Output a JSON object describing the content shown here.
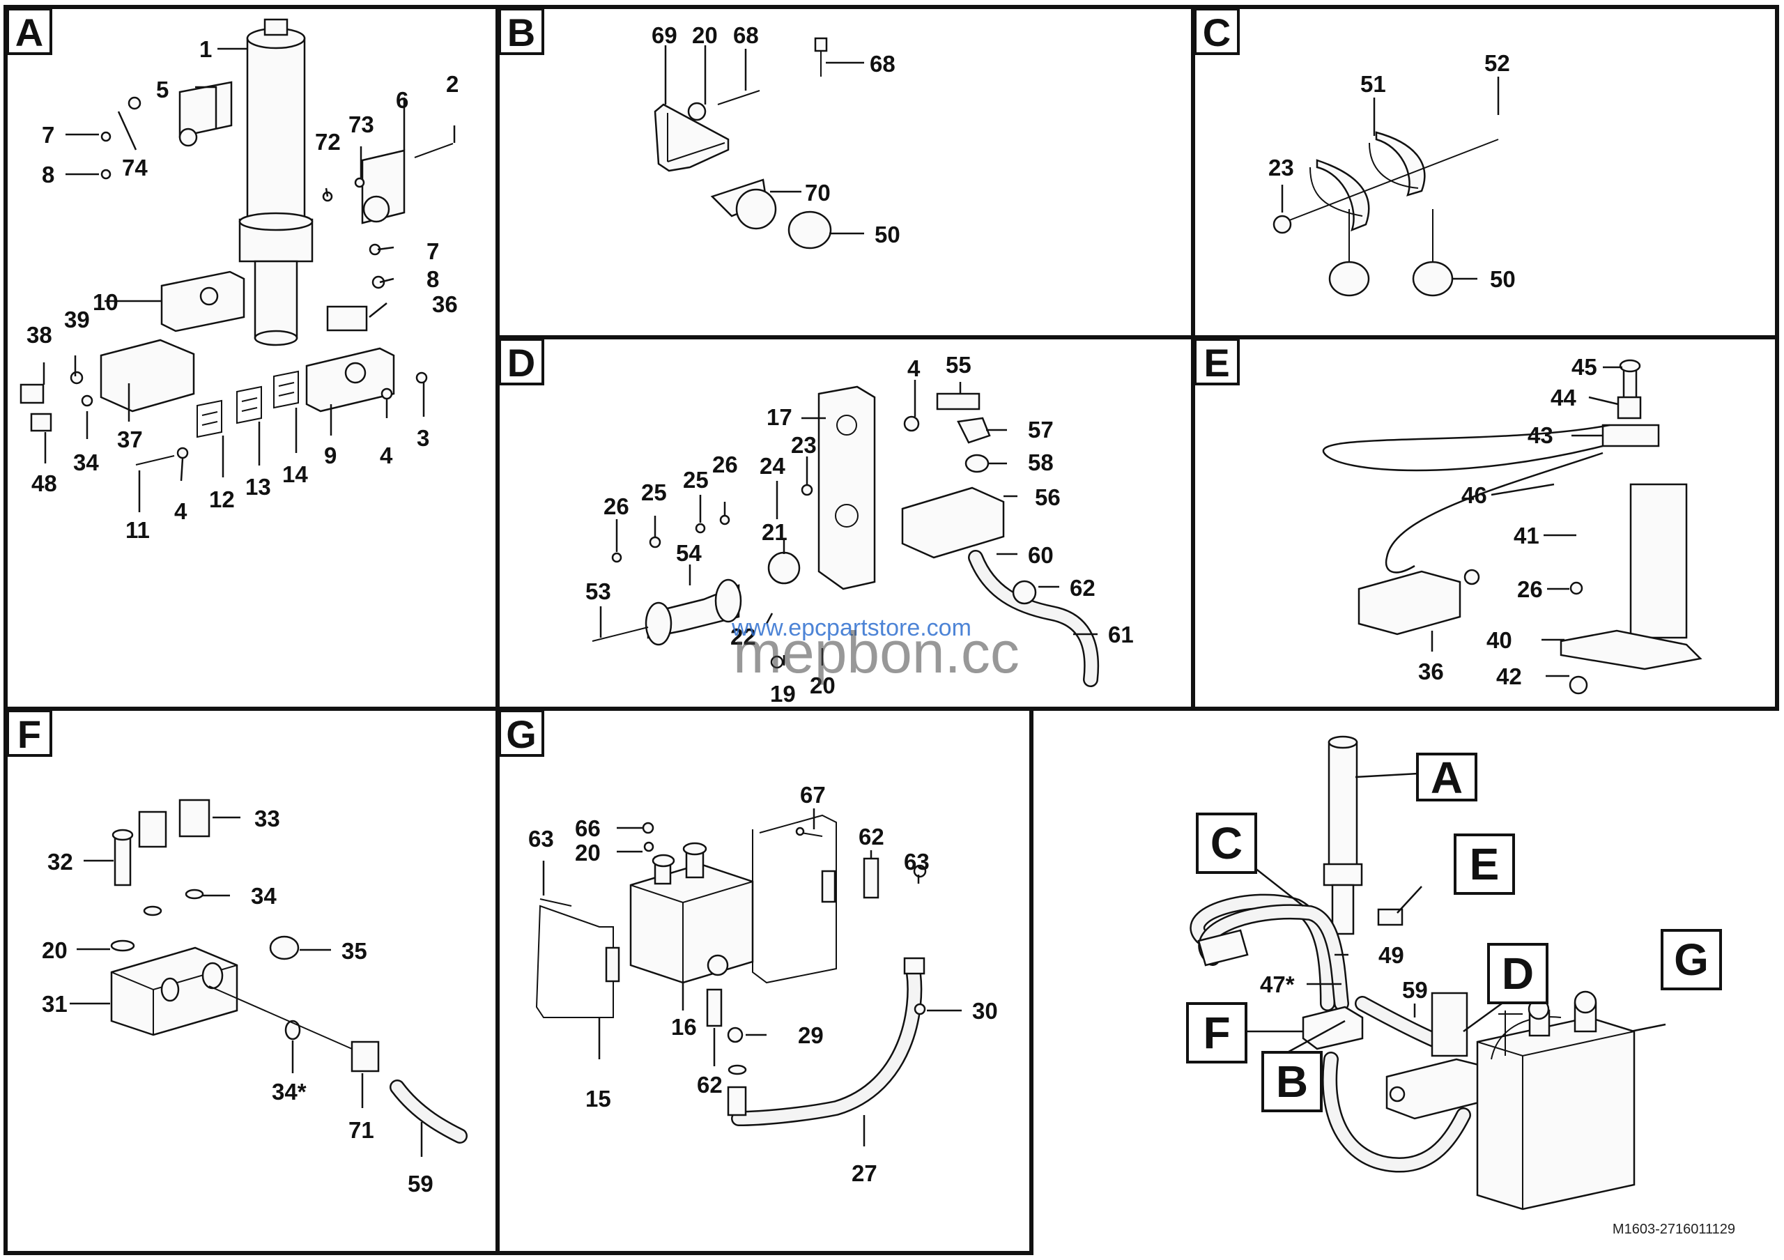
{
  "panels": {
    "A": {
      "label": "A",
      "callouts": [
        "1",
        "2",
        "3",
        "4",
        "4",
        "5",
        "6",
        "7",
        "7",
        "8",
        "8",
        "9",
        "10",
        "11",
        "12",
        "13",
        "14",
        "34",
        "36",
        "37",
        "38",
        "39",
        "48",
        "72",
        "73",
        "74"
      ]
    },
    "B": {
      "label": "B",
      "callouts": [
        "69",
        "20",
        "68",
        "68",
        "70",
        "50"
      ]
    },
    "C": {
      "label": "C",
      "callouts": [
        "51",
        "52",
        "23",
        "50"
      ]
    },
    "D": {
      "label": "D",
      "callouts": [
        "4",
        "55",
        "17",
        "57",
        "23",
        "58",
        "25",
        "26",
        "24",
        "56",
        "26",
        "25",
        "21",
        "60",
        "54",
        "53",
        "62",
        "22",
        "61",
        "19",
        "20"
      ]
    },
    "E": {
      "label": "E",
      "callouts": [
        "45",
        "44",
        "43",
        "46",
        "41",
        "26",
        "40",
        "36",
        "42"
      ]
    },
    "F": {
      "label": "F",
      "callouts": [
        "33",
        "32",
        "34",
        "20",
        "35",
        "31",
        "34*",
        "71",
        "59"
      ]
    },
    "G": {
      "label": "G",
      "callouts": [
        "67",
        "66",
        "20",
        "63",
        "62",
        "63",
        "30",
        "16",
        "29",
        "15",
        "62",
        "27"
      ]
    }
  },
  "overview": {
    "tags": [
      "A",
      "C",
      "E",
      "D",
      "G",
      "F",
      "B"
    ],
    "callouts": [
      "49",
      "47*",
      "59"
    ]
  },
  "watermark": {
    "url": "www.epcpartstore.com",
    "brand": "mepbon.cc"
  },
  "reference_code": "M1603-2716011129"
}
